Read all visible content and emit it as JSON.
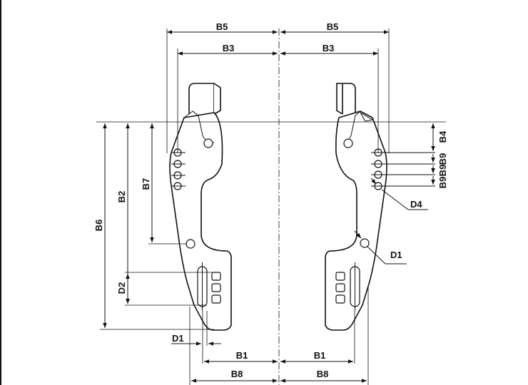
{
  "labels": {
    "b5_left": "B5",
    "b5_right": "B5",
    "b3_left": "B3",
    "b3_right": "B3",
    "b6": "B6",
    "b2": "B2",
    "b7": "B7",
    "d2": "D2",
    "d1_bottom": "D1",
    "d1_right": "D1",
    "d4": "D4",
    "b4": "B4",
    "b9_a": "B9",
    "b9_b": "B9",
    "b9_c": "B9",
    "b1_left": "B1",
    "b1_right": "B1",
    "b8_left": "B8",
    "b8_right": "B8"
  }
}
